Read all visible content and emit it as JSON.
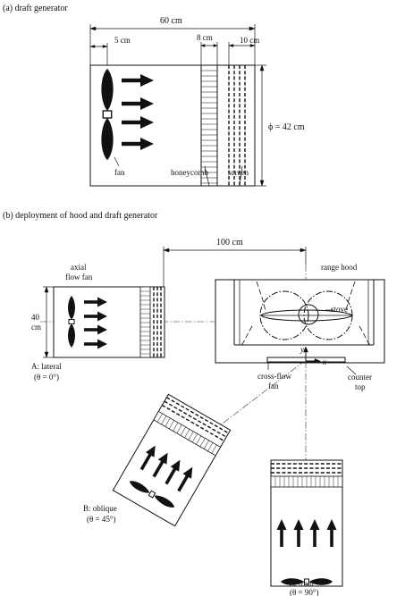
{
  "panel_a": {
    "title": "(a) draft generator",
    "dim_length": "60 cm",
    "dim_fan_offset": "5 cm",
    "dim_honeycomb": "8 cm",
    "dim_screen": "10 cm",
    "dim_diameter": "ϕ = 42 cm",
    "label_fan": "fan",
    "label_honeycomb": "honeycomb",
    "label_screen": "screen"
  },
  "panel_b": {
    "title": "(b) deployment of hood and draft generator",
    "dim_distance": "100 cm",
    "dim_height_value": "40",
    "dim_height_unit": "cm",
    "label_axial_1": "axial",
    "label_axial_2": "flow fan",
    "label_range_hood": "range hood",
    "label_stove": "stove",
    "label_cross_flow_1": "cross-flow",
    "label_cross_flow_2": "fan",
    "label_counter_1": "counter",
    "label_counter_2": "top",
    "axis_x": "x",
    "axis_y": "y",
    "pos_a_name": "A: lateral",
    "pos_a_angle": "(θ = 0°)",
    "pos_b_name": "B: oblique",
    "pos_b_angle": "(θ = 45°)",
    "pos_c_name": "C: front",
    "pos_c_angle": "(θ = 90°)"
  }
}
